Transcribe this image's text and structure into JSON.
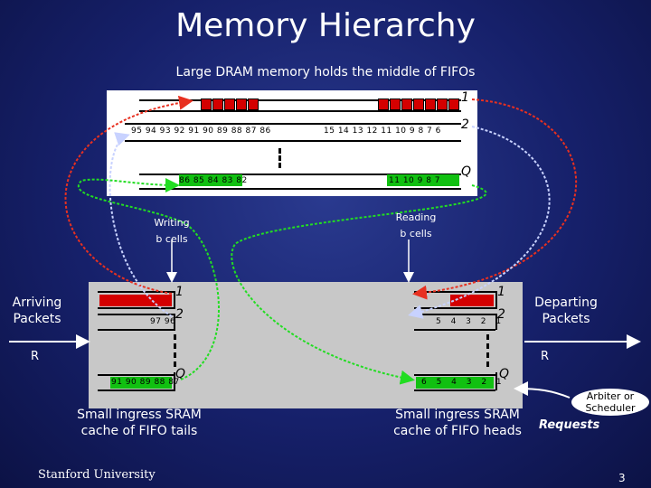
{
  "title": "Memory Hierarchy",
  "subtitle": "Large DRAM memory holds the middle of FIFOs",
  "labels": {
    "writing": "Writing\nb cells",
    "reading": "Reading\nb cells",
    "arriving": "Arriving\nPackets",
    "departing": "Departing\nPackets",
    "r_left": "R",
    "r_right": "R",
    "sram_tail": "Small ingress SRAM\ncache of FIFO tails",
    "sram_head": "Small ingress SRAM\ncache of FIFO heads",
    "arbiter": "Arbiter or\nScheduler",
    "requests": "Requests",
    "footer": "Stanford University",
    "page": "3"
  },
  "queues": {
    "q1": "1",
    "q2": "2",
    "qQ": "Q"
  },
  "dram": {
    "row2_left": "95 94 93 92 91 90 89 88 87 86",
    "row2_right": "15 14 13 12 11 10 9 8 7 6",
    "row3_left": "86 85 84 83 82",
    "row3_right": "11 10 9 8 7"
  },
  "sram": {
    "tail_row2": "97 96",
    "tail_rowQ": "91 90 89 88 87",
    "head_row2": "5 4 3 2 1",
    "head_rowQ": "6 5 4 3 2 1"
  },
  "colors": {
    "red": "#d40000",
    "green": "#11c011",
    "blue_dot": "#c8d2ff"
  }
}
